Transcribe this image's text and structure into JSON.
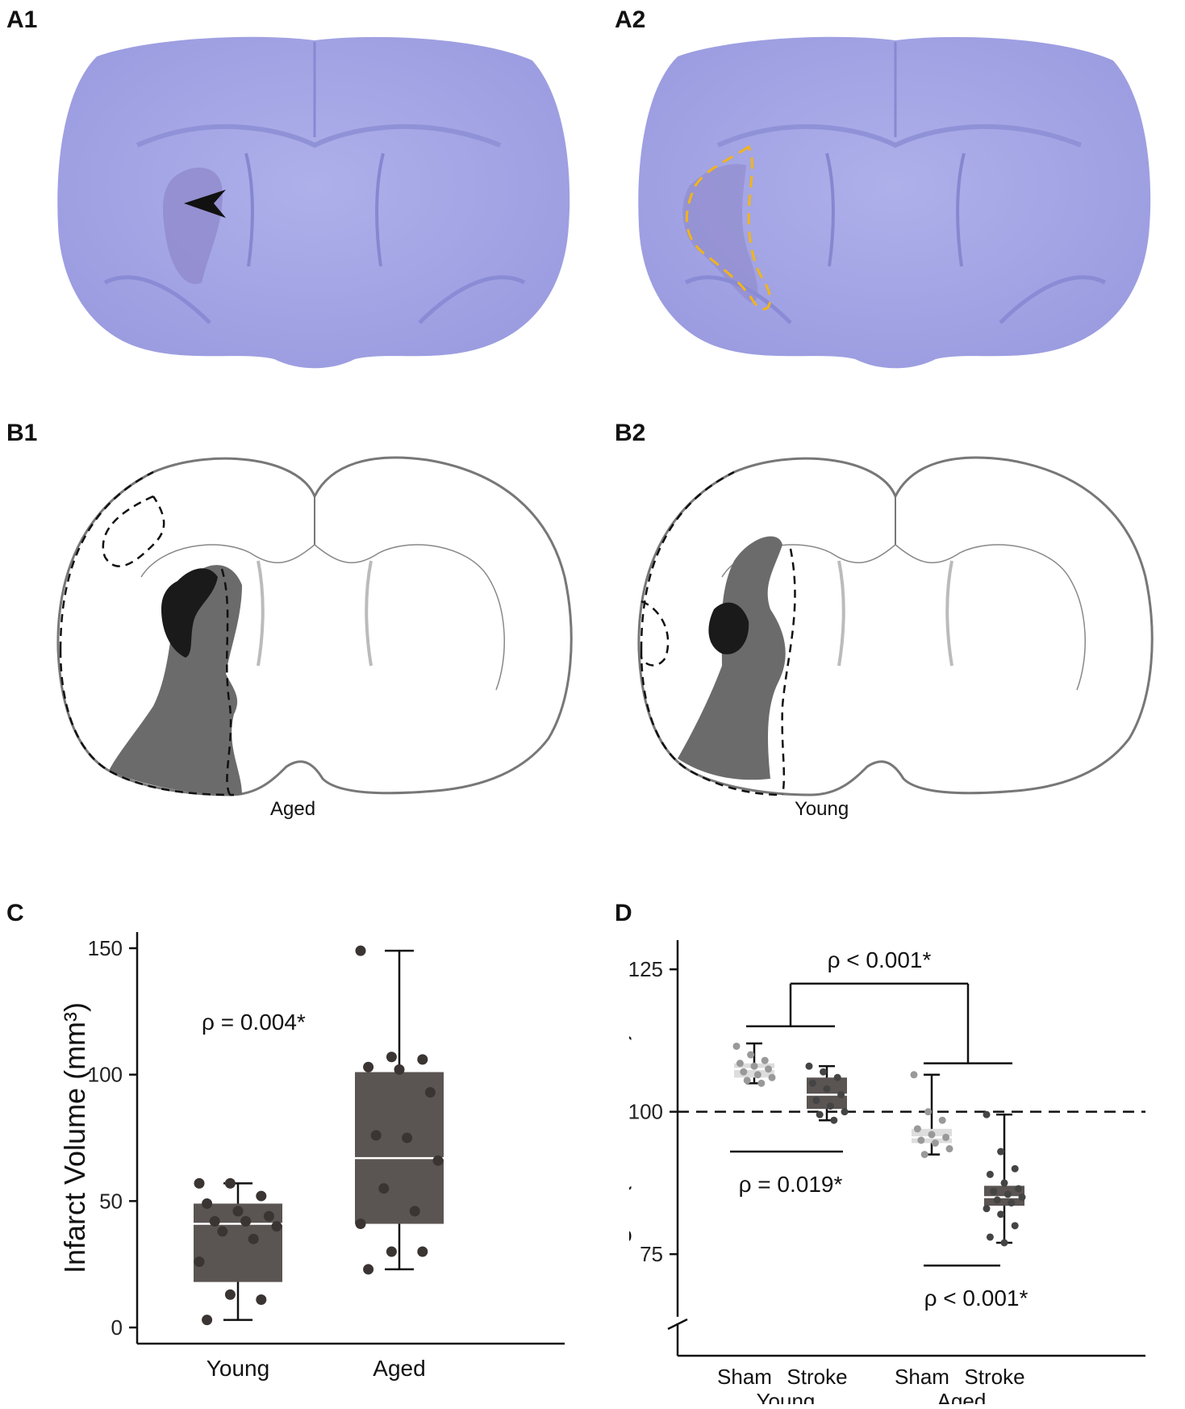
{
  "panels": {
    "a1": "A1",
    "a2": "A2",
    "b1": "B1",
    "b2": "B2",
    "c": "C",
    "d": "D"
  },
  "b1_caption": "Aged",
  "b2_caption": "Young",
  "colors": {
    "nissl": "#a7a8e6",
    "nissl_dark": "#8c8dd6",
    "outline_yellow": "#f2b418",
    "box_dark": "#5a5452",
    "box_light": "#dddddd",
    "core_black": "#1a1a1a",
    "penumbra_gray": "#6b6b6b"
  },
  "chart_data": [
    {
      "type": "box",
      "panel": "C",
      "ylabel": "Infarct Volume (mm³)",
      "ylim": [
        0,
        150
      ],
      "yticks": [
        0,
        50,
        100,
        150
      ],
      "categories": [
        "Young",
        "Aged"
      ],
      "annotation": "ρ = 0.004*",
      "boxes": [
        {
          "name": "Young",
          "min": 3,
          "q1": 18,
          "median": 41,
          "q3": 49,
          "max": 57,
          "points": [
            57,
            57,
            52,
            49,
            46,
            44,
            42,
            42,
            40,
            38,
            35,
            26,
            13,
            11,
            3
          ]
        },
        {
          "name": "Aged",
          "min": 23,
          "q1": 41,
          "median": 67,
          "q3": 101,
          "max": 149,
          "points": [
            149,
            107,
            106,
            103,
            102,
            93,
            76,
            75,
            66,
            55,
            46,
            41,
            30,
            30,
            23
          ]
        }
      ]
    },
    {
      "type": "box",
      "panel": "D",
      "ylabel": "Weight (% Baseline)",
      "ylim": [
        60,
        128
      ],
      "yticks": [
        75,
        100,
        125
      ],
      "reference_line": 100,
      "categories": [
        "Sham",
        "Stroke",
        "Sham",
        "Stroke"
      ],
      "groups": [
        "Young",
        "Aged"
      ],
      "annotations": [
        "ρ < 0.001*",
        "ρ = 0.019*",
        "ρ < 0.001*"
      ],
      "boxes": [
        {
          "name": "Young Sham",
          "min": 105,
          "q1": 106,
          "median": 107.5,
          "q3": 108.5,
          "max": 112,
          "points": [
            111.5,
            110,
            109,
            108.5,
            108,
            107.5,
            107,
            106.5,
            106,
            105.5,
            105
          ]
        },
        {
          "name": "Young Stroke",
          "min": 98.5,
          "q1": 100.5,
          "median": 103,
          "q3": 106,
          "max": 108,
          "points": [
            108,
            107,
            106,
            105,
            104,
            103,
            102,
            101,
            100,
            99.5,
            98.5
          ]
        },
        {
          "name": "Aged Sham",
          "min": 92.5,
          "q1": 94.5,
          "median": 95.5,
          "q3": 97,
          "max": 106.5,
          "points": [
            106.5,
            100,
            98.5,
            97,
            96,
            95.5,
            95,
            94.5,
            93.5,
            92.5
          ]
        },
        {
          "name": "Aged Stroke",
          "min": 77,
          "q1": 83.5,
          "median": 85,
          "q3": 87,
          "max": 99.5,
          "points": [
            99.5,
            93,
            90,
            89,
            87.5,
            86.5,
            86,
            85.5,
            85,
            84.5,
            84,
            83,
            82,
            80,
            78,
            77
          ]
        }
      ]
    }
  ]
}
